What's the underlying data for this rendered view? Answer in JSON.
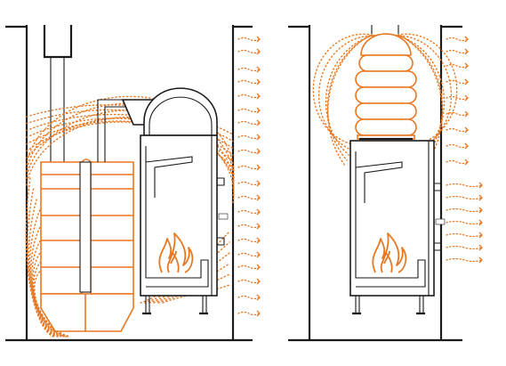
{
  "diagram": {
    "panels": [
      {
        "id": "left",
        "name": "accumulation-stove-with-ceramic-heat-store"
      },
      {
        "id": "right",
        "name": "stove-with-ribbed-heat-accumulator"
      }
    ],
    "brand_plate_text": "",
    "colors": {
      "line": "#1a1a1a",
      "accent": "#e87722",
      "background": "#ffffff"
    }
  }
}
